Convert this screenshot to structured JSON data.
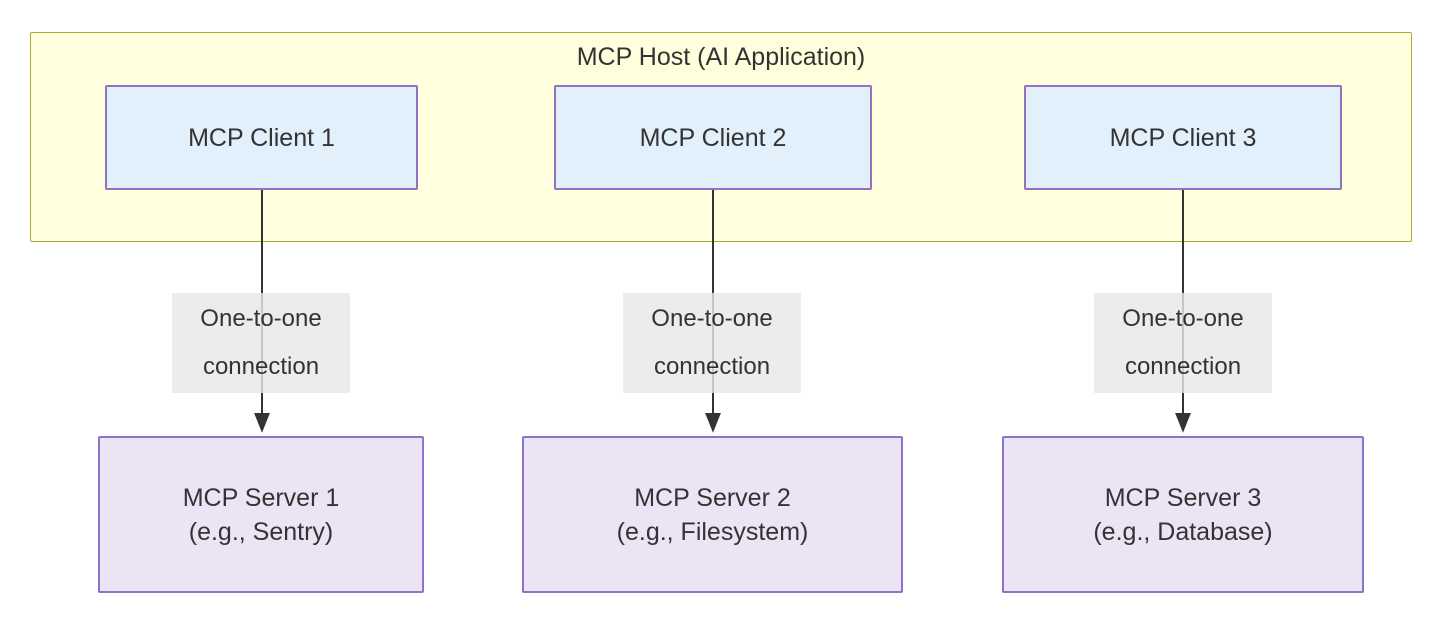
{
  "diagram": {
    "title": "MCP Host (AI Application)",
    "host": {
      "label": "MCP Host (AI Application)",
      "fill": "#ffffdd",
      "stroke": "#aaaa33"
    },
    "clients": [
      {
        "id": "client-1",
        "label": "MCP Client 1"
      },
      {
        "id": "client-2",
        "label": "MCP Client 2"
      },
      {
        "id": "client-3",
        "label": "MCP Client 3"
      }
    ],
    "servers": [
      {
        "id": "server-1",
        "label": "MCP Server 1\n(e.g., Sentry)"
      },
      {
        "id": "server-2",
        "label": "MCP Server 2\n(e.g., Filesystem)"
      },
      {
        "id": "server-3",
        "label": "MCP Server 3\n(e.g., Database)"
      }
    ],
    "edges": [
      {
        "from": "client-1",
        "to": "server-1",
        "label": "One-to-one\nconnection"
      },
      {
        "from": "client-2",
        "to": "server-2",
        "label": "One-to-one\nconnection"
      },
      {
        "from": "client-3",
        "to": "server-3",
        "label": "One-to-one\nconnection"
      }
    ],
    "colors": {
      "client_fill": "#e2f0fb",
      "client_stroke": "#9370c0",
      "server_fill": "#ece3f5",
      "server_stroke": "#8a74cc",
      "edge_stroke": "#333333",
      "edge_label_bg": "#e8e8e8",
      "text": "#333333"
    }
  }
}
